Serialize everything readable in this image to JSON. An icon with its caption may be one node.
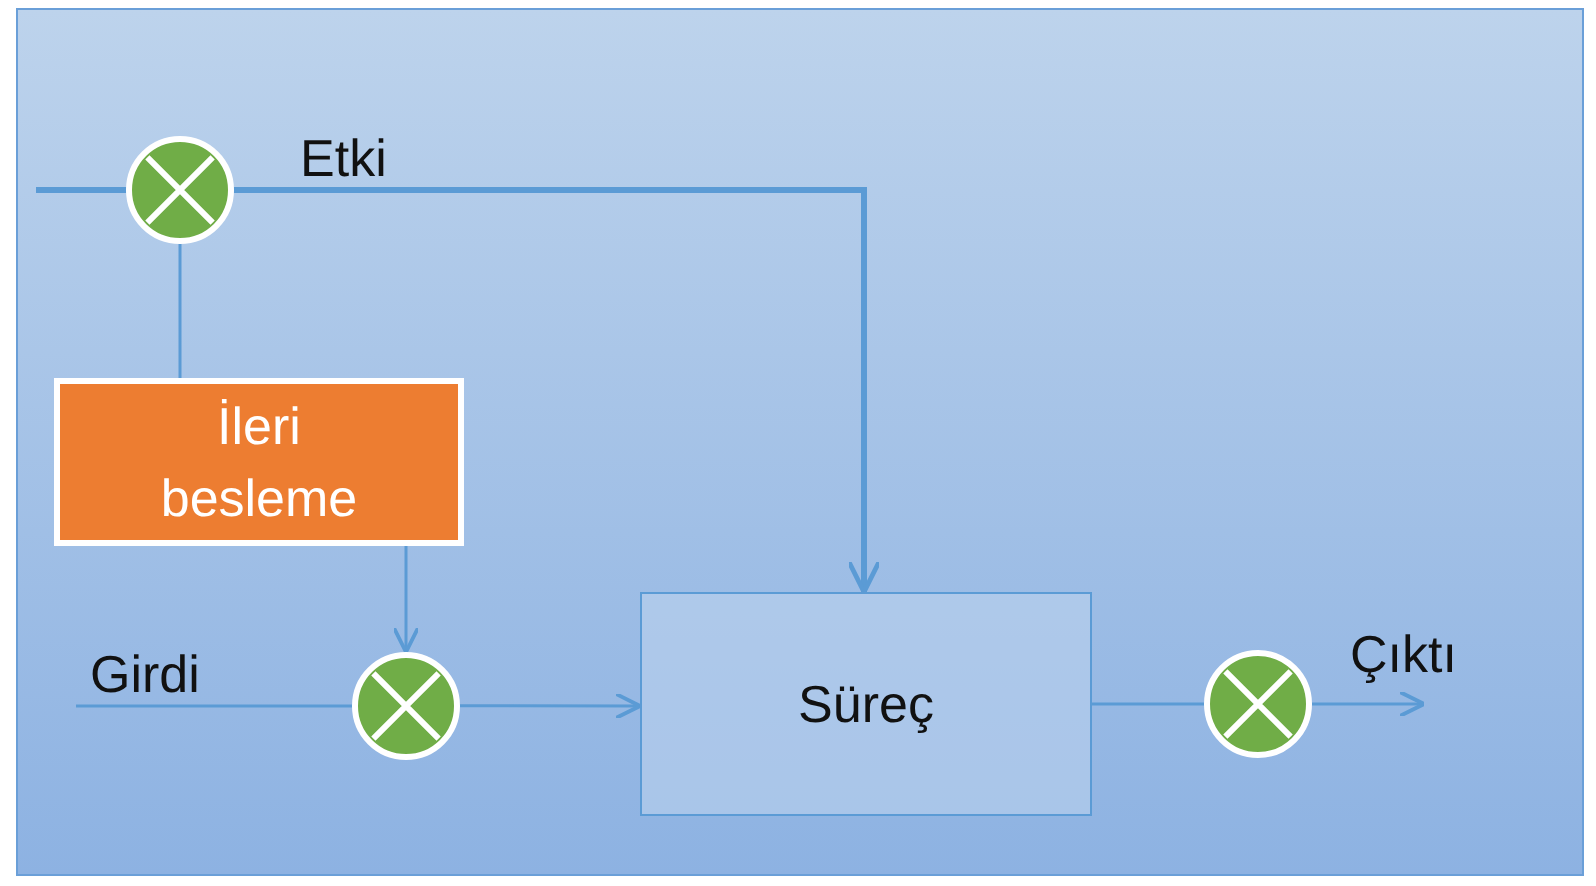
{
  "diagram": {
    "nodes": [
      {
        "text": [],
        "shape": "circle"
      },
      {
        "text": [
          "İleri besleme"
        ]
      },
      {
        "text": [],
        "shape": "circle"
      },
      {
        "text": [
          "Süreç"
        ]
      },
      {
        "text": [],
        "shape": "circle"
      }
    ],
    "edges": [
      {
        "from": null,
        "to": 0,
        "arrow": "none",
        "style": "thick"
      },
      {
        "from": 0,
        "to": 3,
        "arrow": "to",
        "label": "Etki",
        "style": "thick"
      },
      {
        "from": 0,
        "to": 1,
        "arrow": "none"
      },
      {
        "from": 1,
        "to": 2,
        "arrow": "to"
      },
      {
        "from": null,
        "to": 2,
        "arrow": "none",
        "label": "Girdi"
      },
      {
        "from": 2,
        "to": 3,
        "arrow": "to"
      },
      {
        "from": 3,
        "to": 4,
        "arrow": "none"
      },
      {
        "from": 4,
        "to": null,
        "arrow": "to",
        "label": "Çıktı"
      }
    ]
  }
}
